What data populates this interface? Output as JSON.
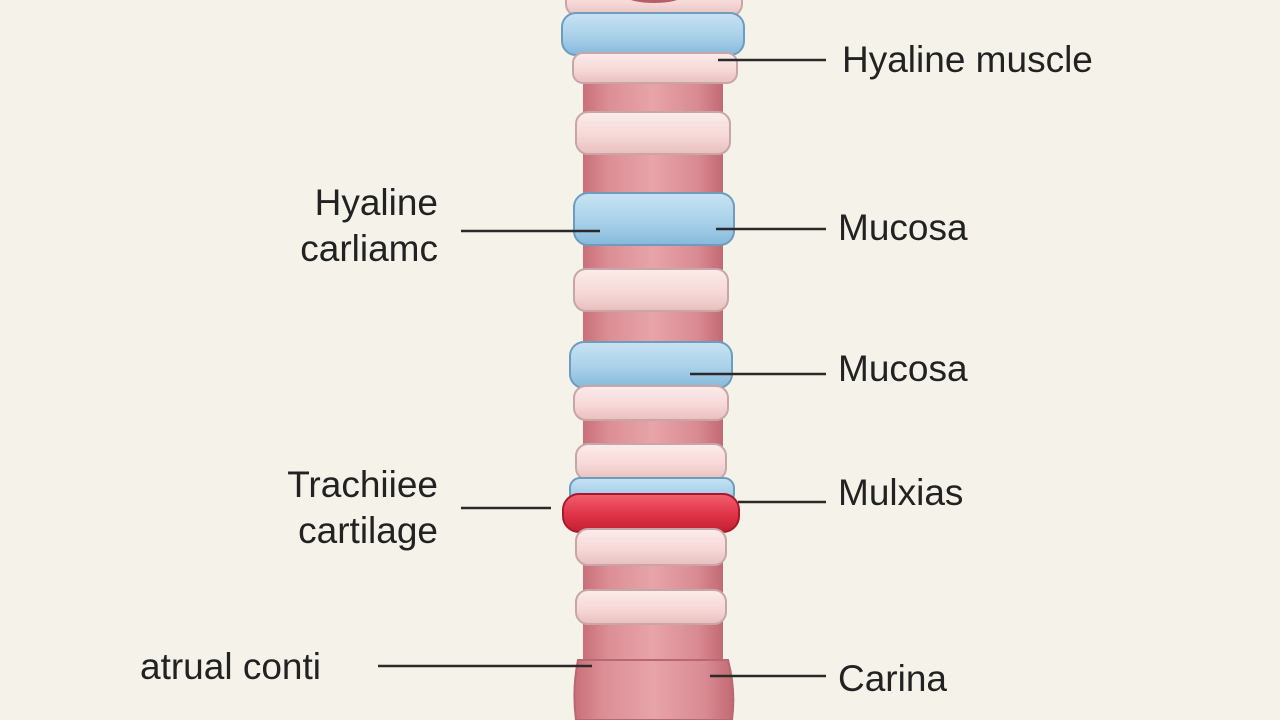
{
  "labels": {
    "right": [
      "Hyaline muscle",
      "Mucosa",
      "Mucosa",
      "Mulxias",
      "Carina"
    ],
    "left": [
      "Hyaline",
      "carliamc",
      "Trachiiee",
      "cartilage",
      "atrual conti"
    ]
  },
  "colors": {
    "background": "#f5f3e9",
    "muscle": "#dc8e95",
    "cartilage_ring": "#f7dcdb",
    "mucosa_ring": "#a9d1ea",
    "highlight_ring": "#e2364a",
    "leader_line": "#2a2a2a",
    "text": "#222222"
  }
}
